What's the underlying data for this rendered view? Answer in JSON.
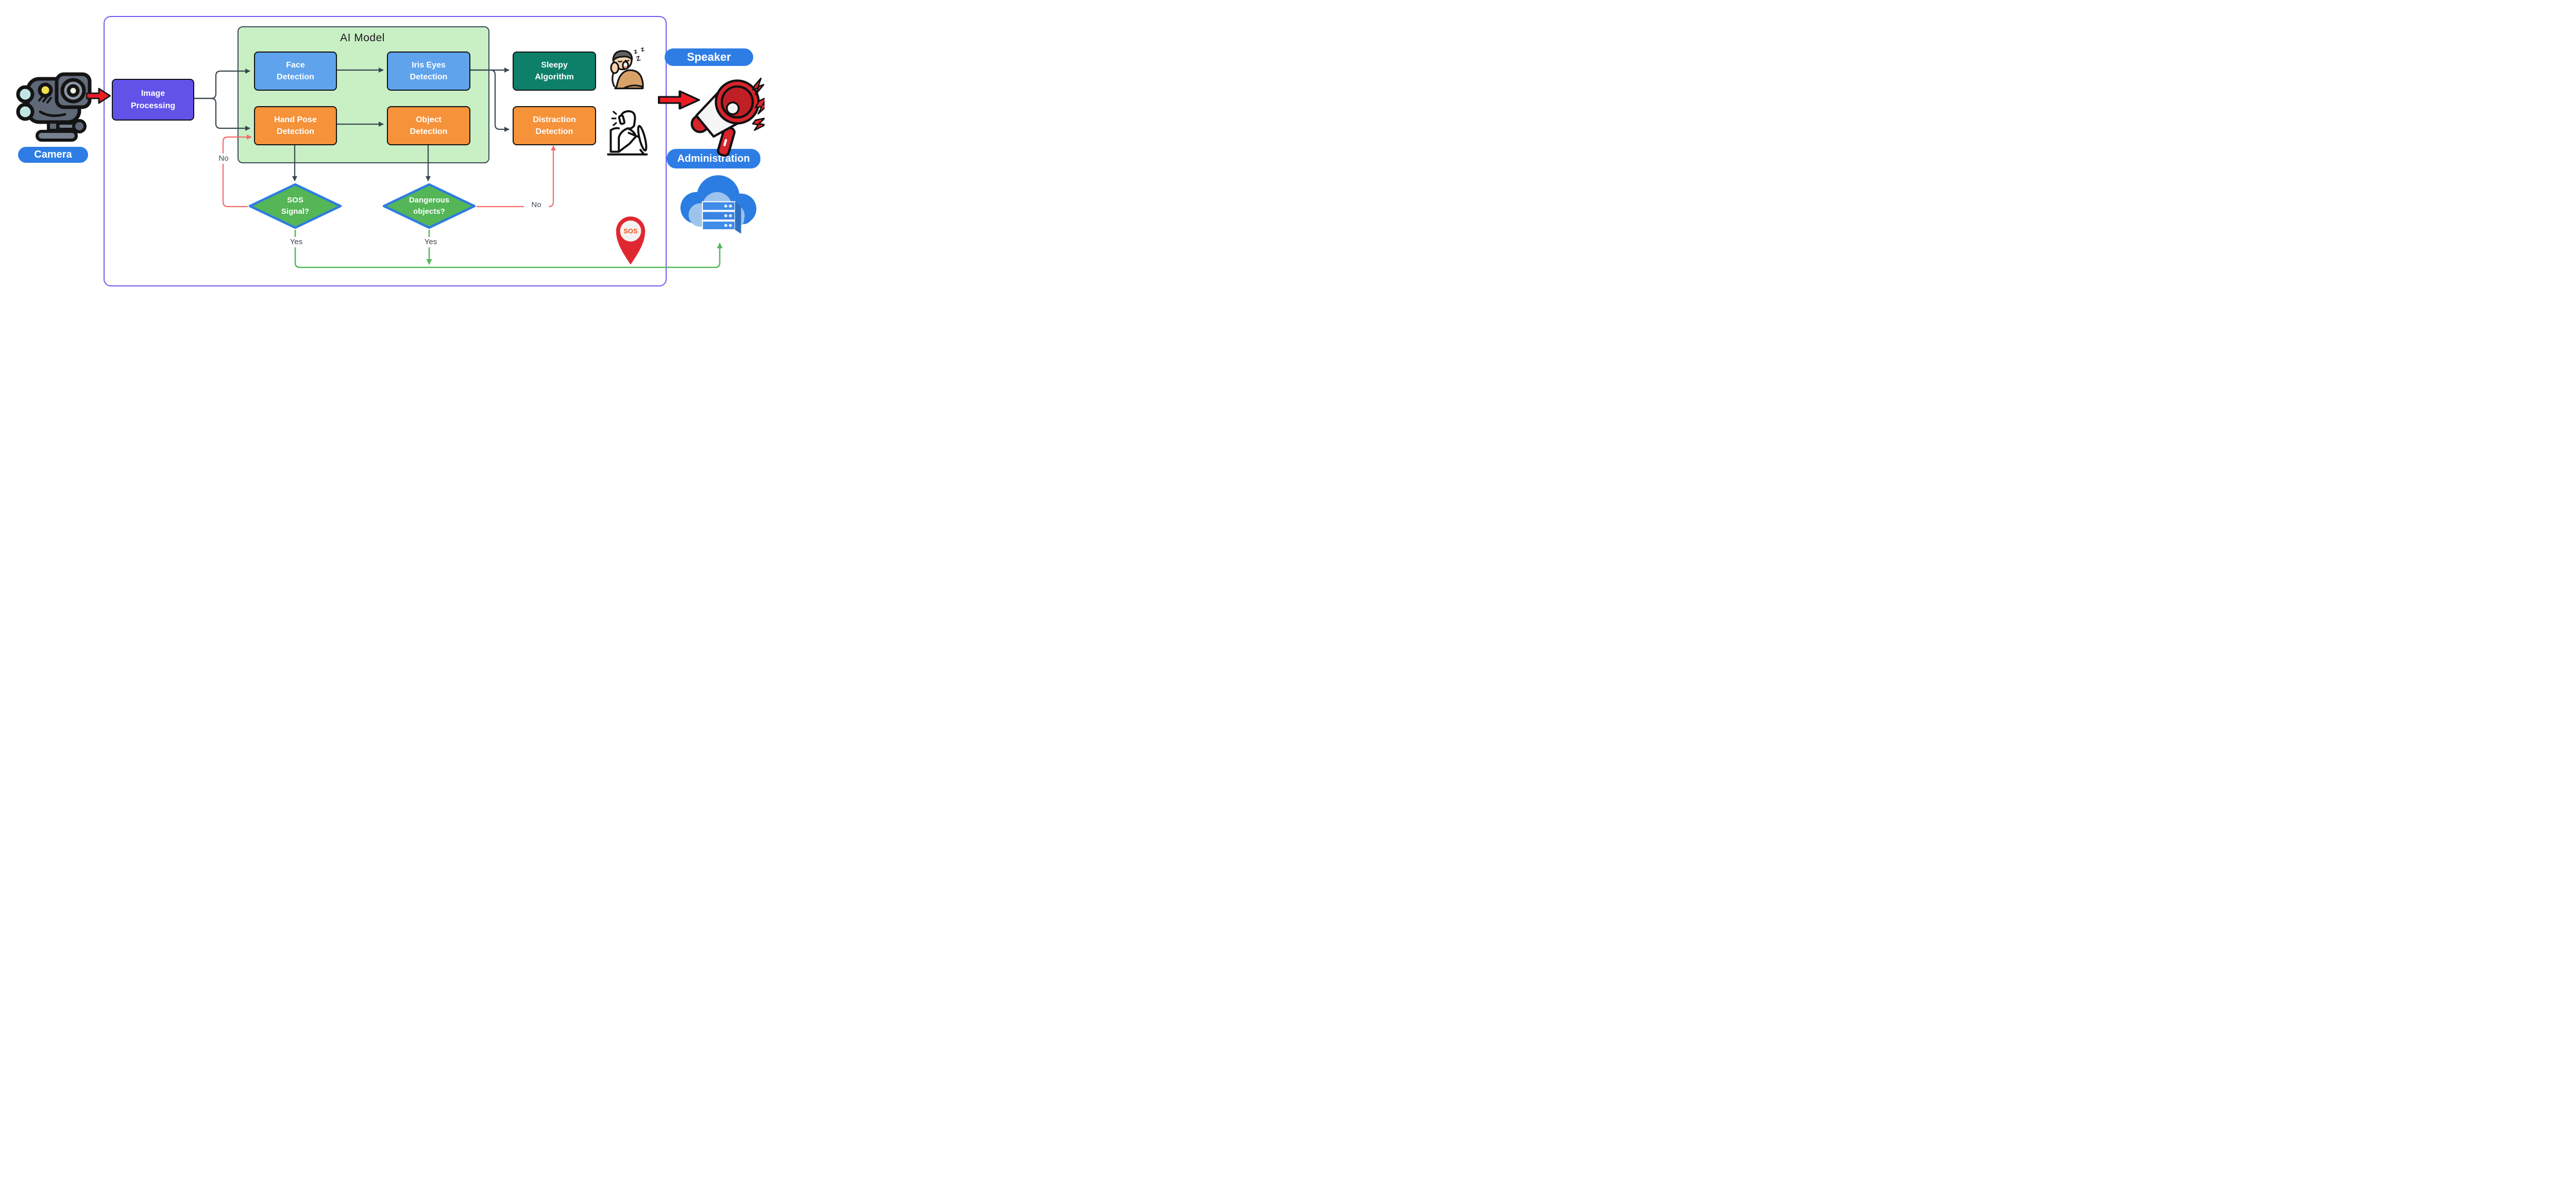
{
  "pills": {
    "camera": "Camera",
    "speaker": "Speaker",
    "administration": "Administration"
  },
  "ai_model": {
    "title": "AI Model"
  },
  "nodes": {
    "image_processing": {
      "label": "Image\nProcessing",
      "color": "#6153E8"
    },
    "face_detection": {
      "label": "Face\nDetection",
      "color": "#5FA3ED"
    },
    "iris_eyes_detection": {
      "label": "Iris Eyes\nDetection",
      "color": "#5FA3ED"
    },
    "hand_pose_detection": {
      "label": "Hand Pose\nDetection",
      "color": "#F5923A"
    },
    "object_detection": {
      "label": "Object\nDetection",
      "color": "#F5923A"
    },
    "sleepy_algorithm": {
      "label": "Sleepy\nAlgorithm",
      "color": "#0E8069"
    },
    "distraction_detection": {
      "label": "Distraction\nDetection",
      "color": "#F5923A"
    }
  },
  "decisions": {
    "sos_signal": {
      "label": "SOS\nSignal?",
      "fill": "#54B657",
      "border": "#2D7CE2"
    },
    "dangerous_objects": {
      "label": "Dangerous\nobjects?",
      "fill": "#54B657",
      "border": "#2D7CE2"
    }
  },
  "edge_labels": {
    "sos_no": "No",
    "sos_yes": "Yes",
    "dangerous_no": "No",
    "dangerous_yes": "Yes"
  },
  "icons": {
    "sleepy_zzz": "z z Z",
    "sos_pin_text": "SOS"
  },
  "colors": {
    "boundary_border": "#6B5CF0",
    "ai_container_fill": "#C9EFC5",
    "dark_connector": "#37474F",
    "no_loop_red": "#F66A6A",
    "yes_line_green": "#56B85C",
    "pill_blue": "#2E7DE5",
    "block_arrow_red": "#EC1C24"
  }
}
